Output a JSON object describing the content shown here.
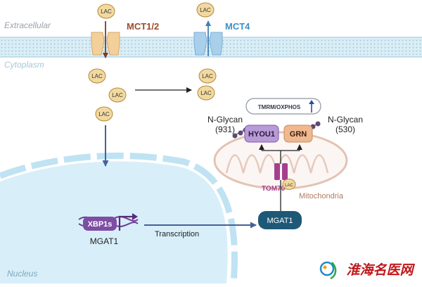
{
  "regions": {
    "extracellular": "Extracellular",
    "cytoplasm": "Cytoplasm",
    "nucleus": "Nucleus"
  },
  "transporters": {
    "mct12": "MCT1/2",
    "mct4": "MCT4"
  },
  "lac": "LAC",
  "tmrm_oxphos": "TMRM/OXPHOS",
  "n_glycan_left": {
    "label": "N-Glycan",
    "site": "(931)"
  },
  "n_glycan_right": {
    "label": "N-Glycan",
    "site": "(530)"
  },
  "hyou1": "HYOU1",
  "grn": "GRN",
  "tom70": "TOM70",
  "mitochondria": "Mitochondria",
  "xbp1s": "XBP1s",
  "mgat1_gene": "MGAT1",
  "transcription": "Transcription",
  "mgat1_protein": "MGAT1",
  "watermark": "淮海名医网",
  "colors": {
    "membrane_band": "#c9e6f3",
    "membrane_dots": "#a9cfe1",
    "lac_fill": "#f2d9a0",
    "lac_stroke": "#b58a39",
    "mct12": "#f3d09a",
    "mct12_text": "#9a4c2c",
    "mct4": "#a9cfea",
    "mct4_text": "#3f8fc4",
    "nucleus": "#d6eef9",
    "hyou1": "#b89ad8",
    "grn": "#f0b88e",
    "tom70": "#a43f8e",
    "mgat1_box": "#1d5877",
    "xbp1s": "#7d4ea3",
    "mito_text": "#b07c64",
    "watermark": "#c0171b",
    "arrow_blue": "#47609a"
  }
}
